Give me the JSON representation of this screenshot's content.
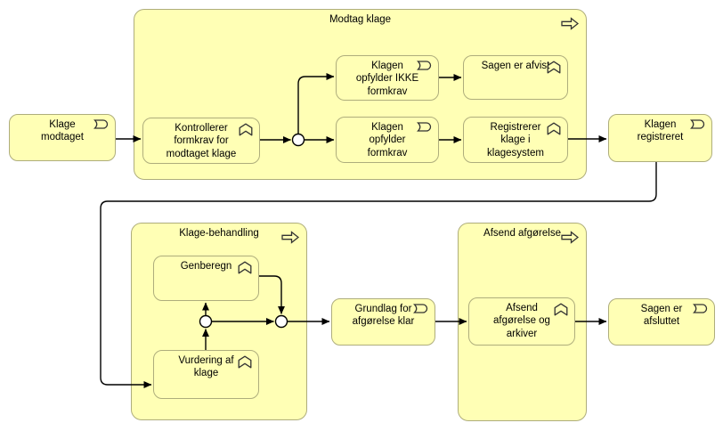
{
  "diagram": {
    "title": "Klage-proces (ArchiMate business process view)",
    "colors": {
      "element_fill": "#ffffb5",
      "element_border": "#aead7c",
      "connector_line": "#000000",
      "junction_fill": "#ffffff",
      "canvas_background": "#ffffff",
      "text": "#000000"
    },
    "icons": {
      "event": "business-event-icon",
      "function": "business-function-icon",
      "process": "business-process-arrow-icon",
      "junction": "or-junction-circle"
    },
    "containers": {
      "modtag_klage": {
        "label": "Modtag klage"
      },
      "klage_behandling": {
        "label": "Klage-behandling"
      },
      "afsend_afgoerelse": {
        "label": "Afsend afgørelse"
      }
    },
    "events": {
      "klage_modtaget": {
        "label": "Klage\nmodtaget"
      },
      "klagen_opfylder_ikke": {
        "label": "Klagen\nopfylder IKKE\nformkrav"
      },
      "klagen_opfylder": {
        "label": "Klagen\nopfylder\nformkrav"
      },
      "klagen_registreret": {
        "label": "Klagen\nregistreret"
      },
      "grundlag_for_afgoerelse": {
        "label": "Grundlag for\nafgørelse klar"
      },
      "sagen_er_afsluttet": {
        "label": "Sagen er\nafsluttet"
      }
    },
    "functions": {
      "kontrollerer": {
        "label": "Kontrollerer\nformkrav for\nmodtaget klage"
      },
      "sagen_er_afvist": {
        "label": "Sagen er afvist"
      },
      "registrerer": {
        "label": "Registrerer\nklage i\nklagesystem"
      },
      "genberegn": {
        "label": "Genberegn"
      },
      "vurdering": {
        "label": "Vurdering af\nklage"
      },
      "afsend_og_arkiver": {
        "label": "Afsend\nafgørelse og\narkiver"
      }
    }
  }
}
